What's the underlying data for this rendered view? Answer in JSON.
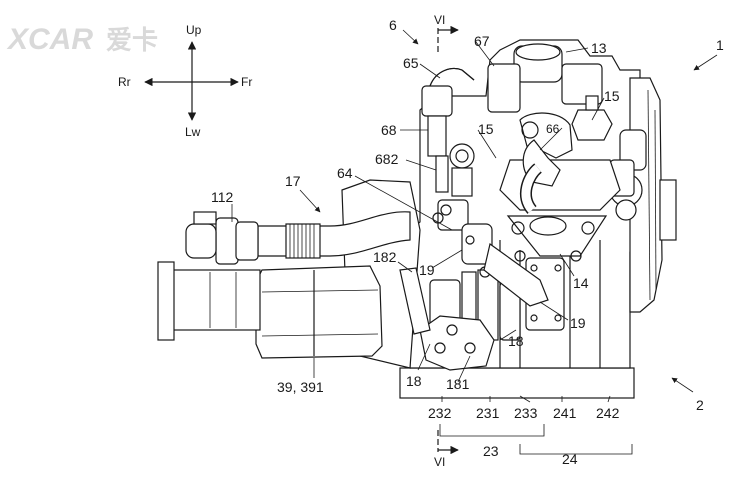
{
  "logo": {
    "text": "XCAR",
    "suffix": "爱卡"
  },
  "directions": {
    "up": "Up",
    "down": "Lw",
    "rear": "Rr",
    "front": "Fr"
  },
  "section": {
    "top": "VI",
    "bottom": "VI"
  },
  "labels": {
    "l1": "1",
    "l2": "2",
    "l6": "6",
    "l13": "13",
    "l14": "14",
    "l15a": "15",
    "l15b": "15",
    "l17": "17",
    "l18a": "18",
    "l18b": "18",
    "l19a": "19",
    "l19b": "19",
    "l23": "23",
    "l24": "24",
    "l39": "39, 391",
    "l64": "64",
    "l65": "65",
    "l66": "66",
    "l67": "67",
    "l68": "68",
    "l112": "112",
    "l181": "181",
    "l182": "182",
    "l231": "231",
    "l232": "232",
    "l233": "233",
    "l241": "241",
    "l242": "242",
    "l682": "682"
  },
  "colors": {
    "line": "#1a1a1a",
    "background": "#ffffff",
    "logo": "#d9d9d9"
  }
}
